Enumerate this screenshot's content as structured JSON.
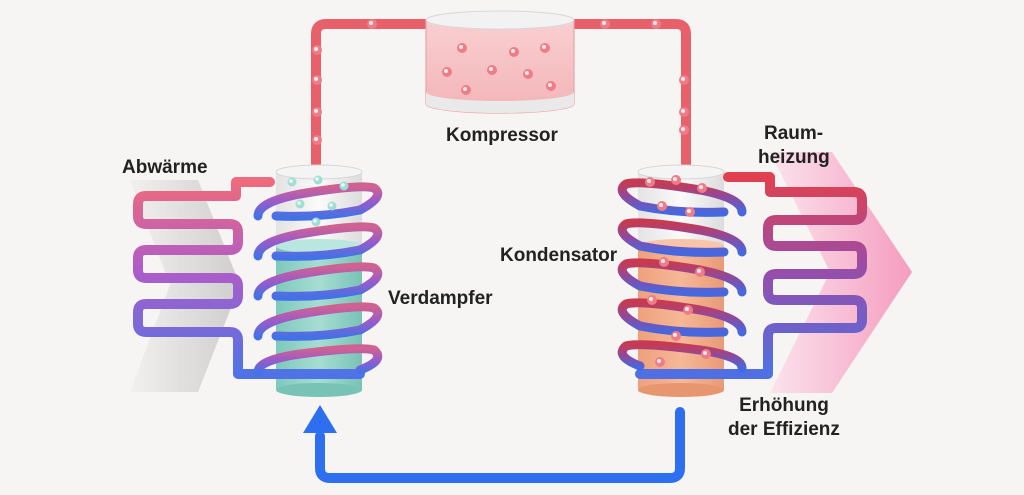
{
  "labels": {
    "waste_heat": "Abwärme",
    "compressor": "Kompressor",
    "evaporator": "Verdampfer",
    "condenser": "Kondensator",
    "space_heating_line1": "Raum-",
    "space_heating_line2": "heizung",
    "efficiency_line1": "Erhöhung",
    "efficiency_line2": "der Effizienz"
  },
  "colors": {
    "hot_pipe": "#e8606a",
    "cold_pipe": "#3f6fe0",
    "return_arrow": "#2e6ff0",
    "evaporator_liquid": "#8fd2c6",
    "condenser_liquid": "#f0a480",
    "compressor_fill": "#f6c2c4",
    "waste_heat_arrow": "#c9c8c6",
    "heating_arrow": "#f6a9c6"
  },
  "icons": {
    "evaporator_bubbles": "teal-bubble-icon",
    "refrigerant_particles": "pink-particle-icon"
  }
}
